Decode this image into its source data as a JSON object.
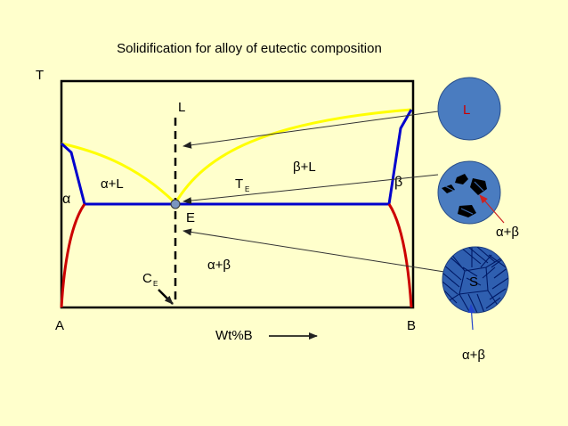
{
  "title": "Solidification for alloy of eutectic composition",
  "axes": {
    "y_label": "T",
    "x_label": "Wt%B",
    "left_end": "A",
    "right_end": "B"
  },
  "regions": {
    "liquid": "L",
    "alpha": "α",
    "alpha_liquid": "α+L",
    "beta_liquid": "β+L",
    "beta": "β",
    "alpha_beta": "α+β"
  },
  "points": {
    "eutectic_temp_main": "T",
    "eutectic_temp_sub": "E",
    "eutectic_point": "E",
    "eutectic_comp_main": "C",
    "eutectic_comp_sub": "E"
  },
  "micro": {
    "liquid_label": "L",
    "mixed_label": "α+β",
    "solid_label": "S",
    "solid_phase_label": "α+β"
  },
  "colors": {
    "background": "#FFFFCC",
    "liquidus": "#FFFF00",
    "solidus": "#0000CC",
    "solvus": "#CC0000",
    "micro_fill": "#4A7CC0",
    "micro_liquid_label": "#CC0000",
    "grain_line": "#000080",
    "arrow": "#333333"
  }
}
